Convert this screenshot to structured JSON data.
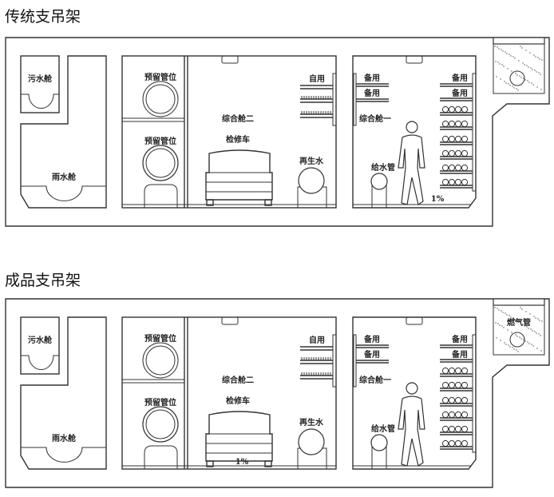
{
  "panels": [
    {
      "title": "传统支吊架",
      "labels": {
        "sewage": "污水舱",
        "rain": "雨水舱",
        "reserve_top": "预留管位",
        "reserve_bottom": "预留管位",
        "comp2": "综合舱二",
        "vehicle": "检修车",
        "reclaimed": "再生水",
        "own_use": "自用",
        "spare_l1": "备用",
        "spare_l2": "备用",
        "spare_r1": "备用",
        "spare_r2": "备用",
        "comp1": "综合舱一",
        "supply": "给水管",
        "slope": "1%"
      }
    },
    {
      "title": "成品支吊架",
      "labels": {
        "sewage": "污水舱",
        "rain": "雨水舱",
        "reserve_top": "预留管位",
        "reserve_bottom": "预留管位",
        "comp2": "综合舱二",
        "vehicle": "检修车",
        "reclaimed": "再生水",
        "own_use": "自用",
        "spare_l1": "备用",
        "spare_l2": "备用",
        "spare_r1": "备用",
        "spare_r2": "备用",
        "comp1": "综合舱一",
        "supply": "给水管",
        "slope": "1%",
        "gas": "燃气管"
      }
    }
  ]
}
